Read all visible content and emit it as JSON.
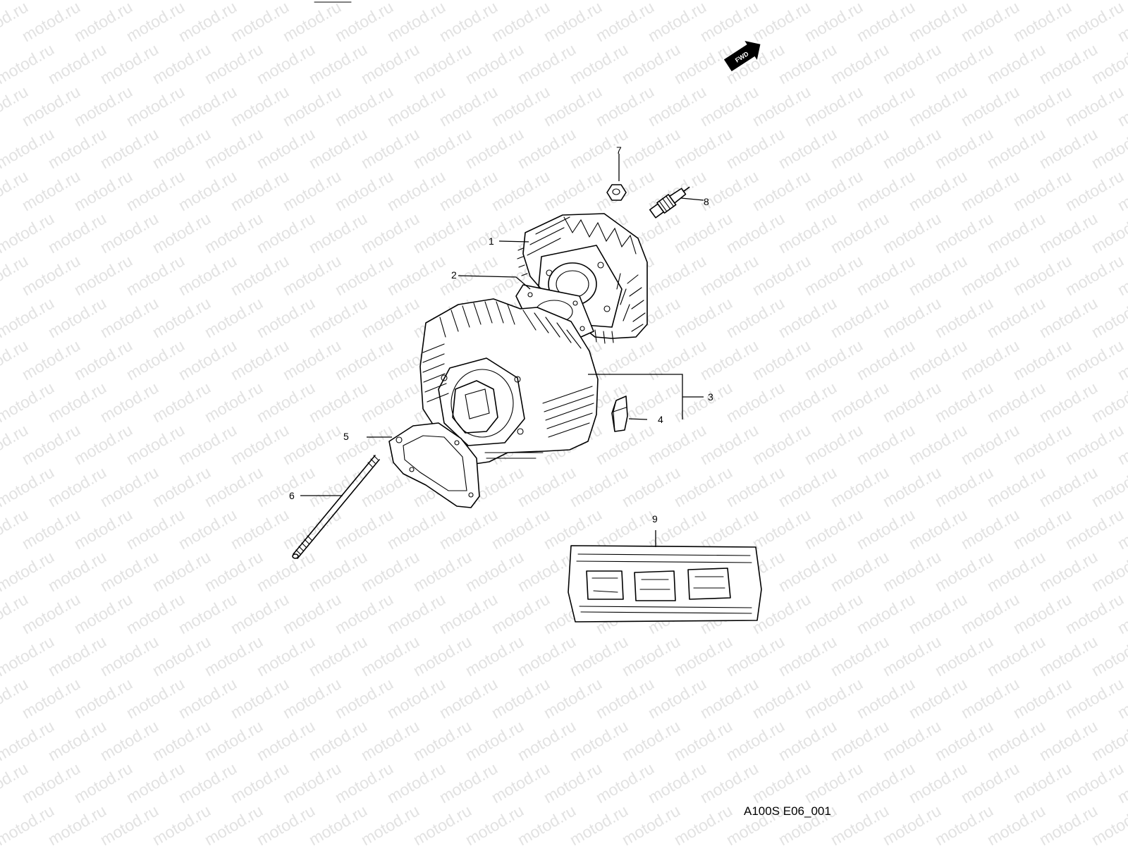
{
  "watermark": "motod.ru",
  "fwd_label": "FWD",
  "drawing_code": "A100S E06_001",
  "callouts": [
    "1",
    "2",
    "3",
    "4",
    "5",
    "6",
    "7",
    "8",
    "9"
  ],
  "colors": {
    "ink": "#000000",
    "paper": "#ffffff",
    "watermark": "#e2e2e2"
  },
  "icons": {
    "forward": "fwd-arrow-icon"
  }
}
